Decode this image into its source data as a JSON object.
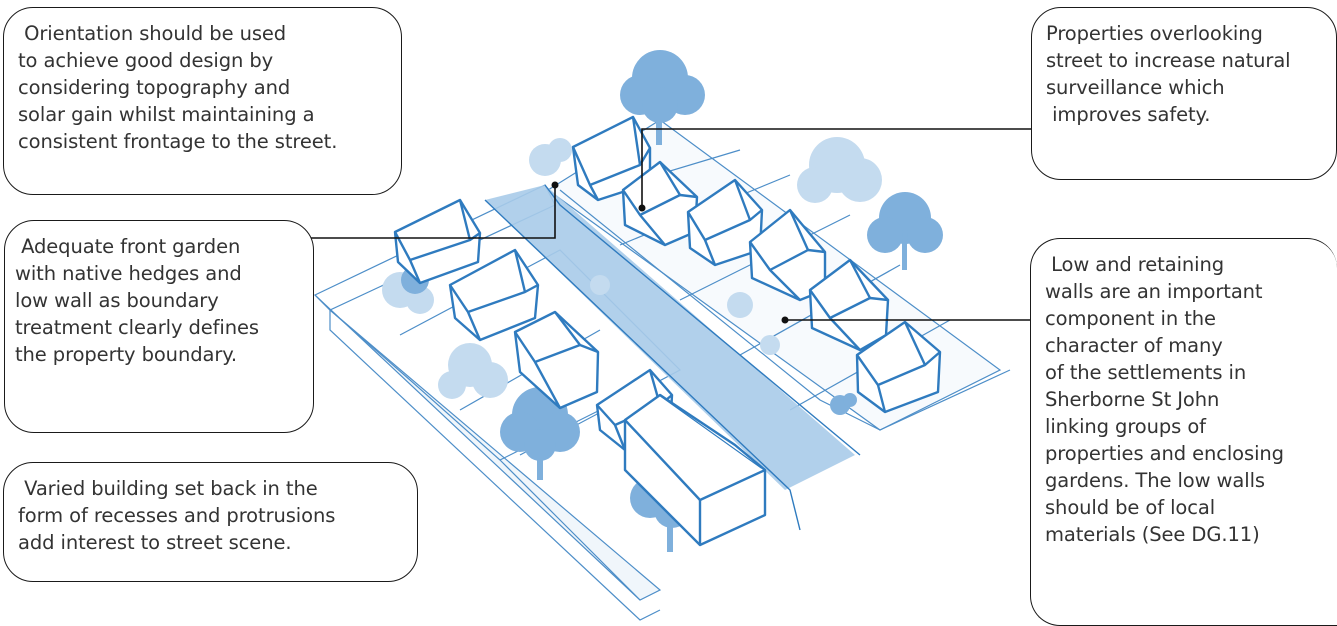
{
  "callouts": {
    "orientation": " Orientation should be used\nto achieve good design by\nconsidering topography and\nsolar gain whilst maintaining a\nconsistent frontage to the street.",
    "front_garden": " Adequate front garden\nwith native hedges and\nlow wall as boundary\ntreatment clearly defines\nthe property boundary.",
    "set_back": " Varied building set back in the\nform of recesses and protrusions\nadd interest to street scene.",
    "surveillance": "Properties overlooking\nstreet to increase natural\nsurveillance which\n improves safety.",
    "low_walls": " Low and retaining\nwalls are an important\ncomponent in the\ncharacter of many\nof the settlements in\nSherborne St John\nlinking groups of\nproperties and enclosing\ngardens. The low walls\nshould be of local\nmaterials (See DG.11)"
  },
  "colors": {
    "line": "#2f7bbf",
    "road": "#a9cbe9",
    "tree": "#7fb0dc",
    "tree_faded": "#c4dbef",
    "leader": "#111111"
  }
}
